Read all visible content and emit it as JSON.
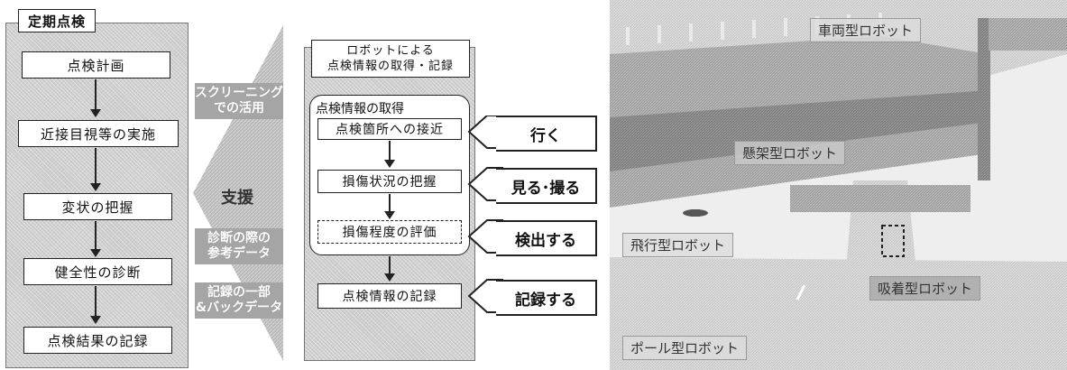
{
  "left_panel": {
    "title": "定期点検",
    "steps": [
      "点検計画",
      "近接目視等の実施",
      "変状の把握",
      "健全性の診断",
      "点検結果の記録"
    ]
  },
  "support": {
    "label": "支援",
    "items": [
      "スクリーニング\nでの活用",
      "診断の際の\n参考データ",
      "記録の一部\n&バックデータ"
    ]
  },
  "center_panel": {
    "title_line1": "ロボットによる",
    "title_line2": "点検情報の取得・記録",
    "group_title": "点検情報の取得",
    "steps": [
      "点検箇所への接近",
      "損傷状況の把握",
      "損傷程度の評価"
    ],
    "record_step": "点検情報の記録"
  },
  "callouts": [
    "行く",
    "見る･撮る",
    "検出する",
    "記録する"
  ],
  "photo_labels": {
    "vehicle": "車両型ロボット",
    "bridge_beam": "懸架型ロボット",
    "flying": "飛行型ロボット",
    "adhesion": "吸着型ロボット",
    "pole": "ポール型ロボット"
  }
}
